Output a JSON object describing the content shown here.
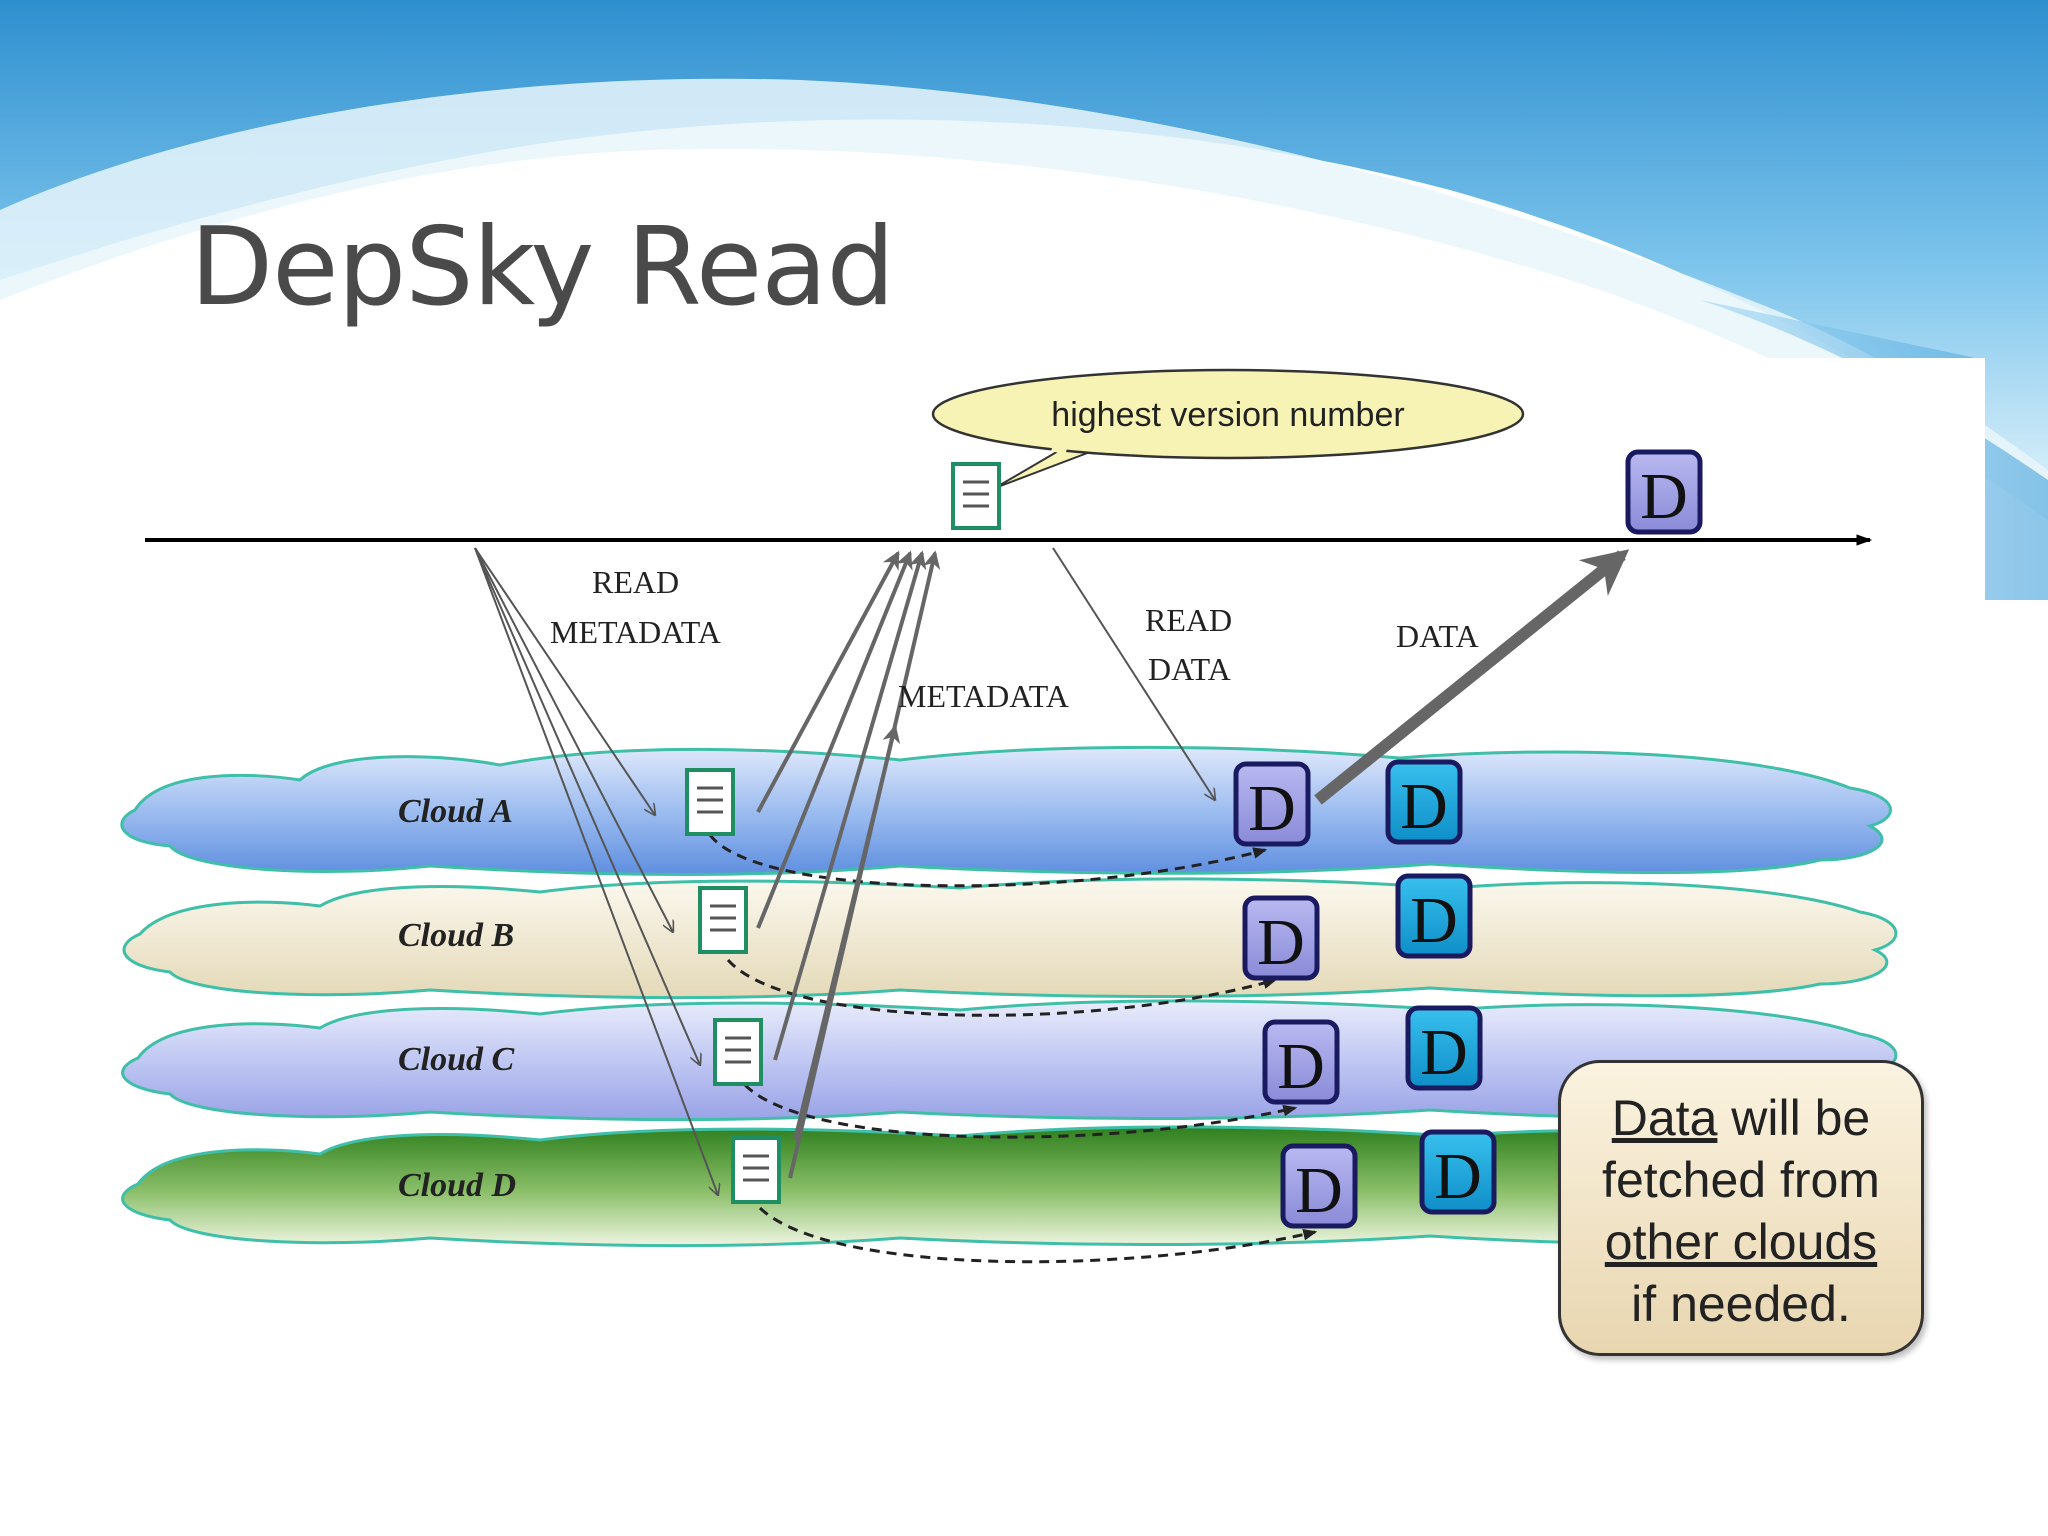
{
  "slide": {
    "title": "DepSky Read"
  },
  "diagram": {
    "bubble_text": "highest version number",
    "labels": {
      "read_metadata_1": "READ",
      "read_metadata_2": "METADATA",
      "metadata": "METADATA",
      "read_data_1": "READ",
      "read_data_2": "DATA",
      "data": "DATA"
    },
    "data_glyph": "D",
    "clouds": [
      {
        "name": "Cloud A",
        "color": "#8fb4ee"
      },
      {
        "name": "Cloud B",
        "color": "#efe7cf"
      },
      {
        "name": "Cloud C",
        "color": "#b8c0f0"
      },
      {
        "name": "Cloud D",
        "color": "#3f8f2a"
      }
    ],
    "colors": {
      "data_purple": "#9e9ee6",
      "data_cyan": "#1aa6dc",
      "bubble": "#f6f3b4",
      "doc_border": "#1f8f63"
    }
  },
  "note": {
    "line1_underlined": "Data",
    "line1_rest": " will be",
    "line2": "fetched from",
    "line3_underlined": "other clouds",
    "line4": "if needed."
  }
}
